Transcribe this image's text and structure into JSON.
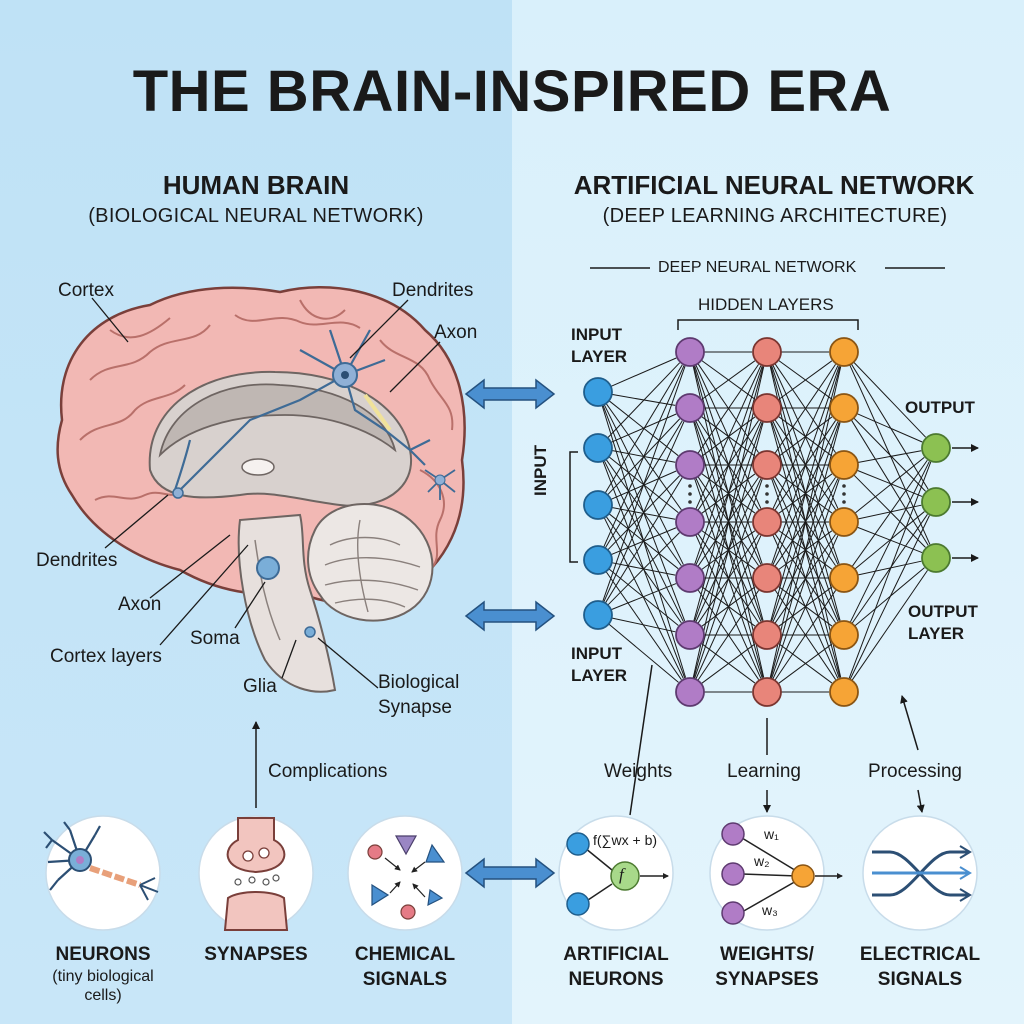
{
  "title": "THE BRAIN-INSPIRED ERA",
  "left": {
    "heading": "HUMAN BRAIN",
    "subheading": "(BIOLOGICAL NEURAL NETWORK)",
    "labels": {
      "cortex": "Cortex",
      "dendrites_top": "Dendrites",
      "axon_top": "Axon",
      "dendrites_left": "Dendrites",
      "axon_left": "Axon",
      "cortex_layers": "Cortex layers",
      "soma": "Soma",
      "glia": "Glia",
      "synapse_line1": "Biological",
      "synapse_line2": "Synapse"
    },
    "complications": "Complications",
    "bottom": [
      {
        "line1": "NEURONS",
        "note1": "(tiny biological",
        "note2": "cells)"
      },
      {
        "line1": "SYNAPSES"
      },
      {
        "line1": "CHEMICAL",
        "line2": "SIGNALS"
      }
    ]
  },
  "right": {
    "heading": "ARTIFICIAL NEURAL NETWORK",
    "subheading": "(DEEP LEARNING ARCHITECTURE)",
    "network_label": "DEEP NEURAL NETWORK",
    "hidden_layers": "HIDDEN LAYERS",
    "input_layer_top": [
      "INPUT",
      "LAYER"
    ],
    "input_side": "INPUT",
    "input_layer_bottom": [
      "INPUT",
      "LAYER"
    ],
    "output": "OUTPUT",
    "output_layer": [
      "OUTPUT",
      "LAYER"
    ],
    "weights": "Weights",
    "learning": "Learning",
    "processing": "Processing",
    "formula": "f(∑wx + b)",
    "f_symbol": "f",
    "w1": "w₁",
    "w2": "w₂",
    "w3": "w₃",
    "bottom": [
      {
        "line1": "ARTIFICIAL",
        "line2": "NEURONS"
      },
      {
        "line1": "WEIGHTS/",
        "line2": "SYNAPSES"
      },
      {
        "line1": "ELECTRICAL",
        "line2": "SIGNALS"
      }
    ]
  },
  "colors": {
    "input_node": "#3a9ee0",
    "hidden1_node": "#b07cc6",
    "hidden2_node": "#e8857a",
    "hidden3_node": "#f6a436",
    "output_node": "#8cc152",
    "brain_pink": "#f2b8b4",
    "brain_grey": "#cfc9c6",
    "arrow_blue": "#4a8fd0"
  }
}
